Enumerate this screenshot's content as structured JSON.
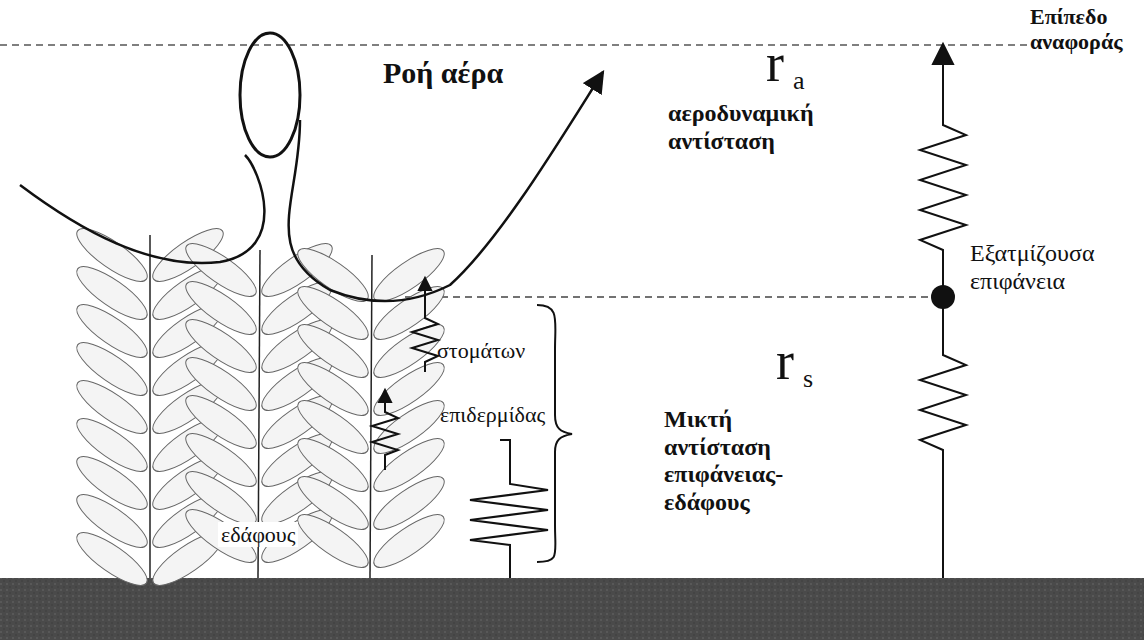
{
  "diagram": {
    "labels": [
      "Επίπεδο αναφοράς",
      "Ροή αέρα",
      "r",
      "a",
      "αεροδυναμική αντίσταση",
      "Εξατμίζουσα επιφάνεια",
      "στομάτων",
      "επιδερμίδας",
      "r",
      "s",
      "Μικτή αντίσταση επιφάνειας- εδάφους",
      "εδάφους"
    ]
  }
}
